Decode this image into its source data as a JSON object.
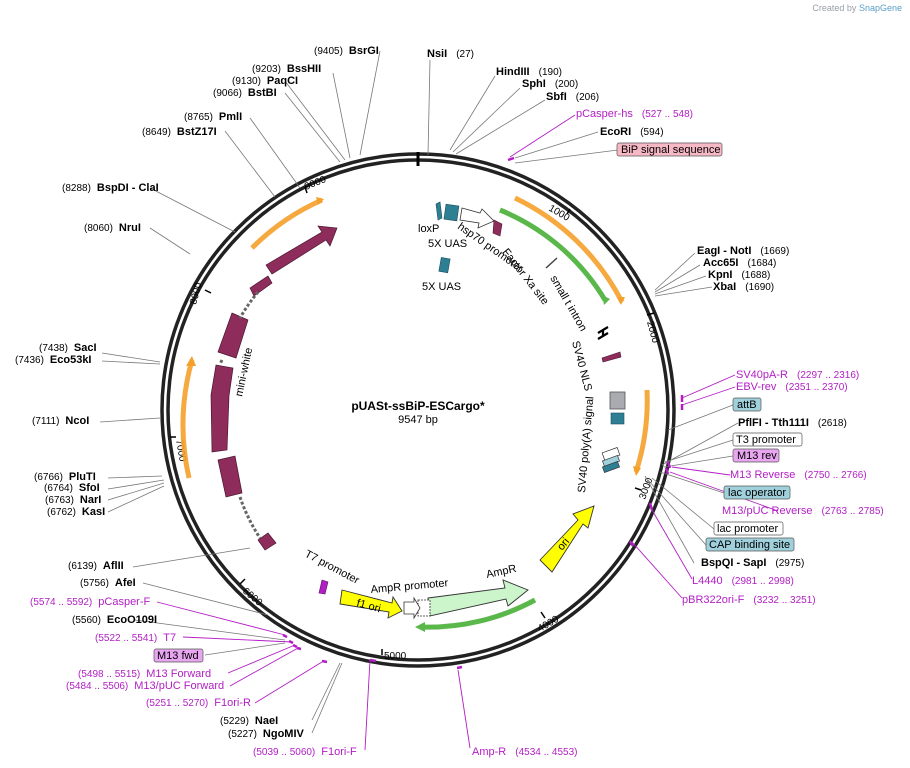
{
  "credit": {
    "prefix": "Created by",
    "brand": "SnapGene"
  },
  "plasmid": {
    "name": "pUASt-ssBiP-ESCargo*",
    "length_label": "9547 bp"
  },
  "tick_labels": [
    "1000",
    "2000",
    "3000",
    "4000",
    "5000",
    "6000",
    "7000",
    "8000",
    "9000"
  ],
  "site_labels": [
    {
      "pos": "(9405)",
      "name": "BsrGI"
    },
    {
      "name": "NsiI",
      "pos": "(27)"
    },
    {
      "name": "HindIII",
      "pos": "(190)"
    },
    {
      "name": "SphI",
      "pos": "(200)"
    },
    {
      "name": "SbfI",
      "pos": "(206)"
    },
    {
      "pos": "(9203)",
      "name": "BssHII"
    },
    {
      "pos": "(9130)",
      "name": "PaqCI"
    },
    {
      "pos": "(9066)",
      "name": "BstBI"
    },
    {
      "pos": "(8765)",
      "name": "PmlI"
    },
    {
      "pos": "(8649)",
      "name": "BstZ17I"
    },
    {
      "pos": "(8288)",
      "name": "BspDI - ClaI"
    },
    {
      "pos": "(8060)",
      "name": "NruI"
    },
    {
      "name": "EcoRI",
      "pos": "(594)"
    },
    {
      "name": "EagI - NotI",
      "pos": "(1669)"
    },
    {
      "name": "Acc65I",
      "pos": "(1684)"
    },
    {
      "name": "KpnI",
      "pos": "(1688)"
    },
    {
      "name": "XbaI",
      "pos": "(1690)"
    },
    {
      "pos": "(7438)",
      "name": "SacI"
    },
    {
      "pos": "(7436)",
      "name": "Eco53kI"
    },
    {
      "pos": "(7111)",
      "name": "NcoI"
    },
    {
      "name": "PflFI - Tth111I",
      "pos": "(2618)"
    },
    {
      "pos": "(6766)",
      "name": "PluTI"
    },
    {
      "pos": "(6764)",
      "name": "SfoI"
    },
    {
      "pos": "(6763)",
      "name": "NarI"
    },
    {
      "pos": "(6762)",
      "name": "KasI"
    },
    {
      "name": "BspQI - SapI",
      "pos": "(2975)"
    },
    {
      "pos": "(6139)",
      "name": "AflII"
    },
    {
      "pos": "(5756)",
      "name": "AfeI"
    },
    {
      "pos": "(5560)",
      "name": "EcoO109I"
    },
    {
      "pos": "(5229)",
      "name": "NaeI"
    },
    {
      "pos": "(5227)",
      "name": "NgoMIV"
    }
  ],
  "primer_labels": [
    {
      "name": "pCasper-hs",
      "range": "(527 .. 548)"
    },
    {
      "name": "SV40pA-R",
      "range": "(2297 .. 2316)"
    },
    {
      "name": "EBV-rev",
      "range": "(2351 .. 2370)"
    },
    {
      "name": "M13 Reverse",
      "range": "(2750 .. 2766)"
    },
    {
      "name": "M13/pUC Reverse",
      "range": "(2763 .. 2785)"
    },
    {
      "name": "L4440",
      "range": "(2981 .. 2998)"
    },
    {
      "name": "pBR322ori-F",
      "range": "(3232 .. 3251)"
    },
    {
      "name": "Amp-R",
      "range": "(4534 .. 4553)"
    },
    {
      "name": "F1ori-F",
      "range": "(5039 .. 5060)"
    },
    {
      "name": "F1ori-R",
      "range": "(5251 .. 5270)"
    },
    {
      "name": "M13/pUC Forward",
      "range": "(5484 .. 5506)"
    },
    {
      "name": "M13 Forward",
      "range": "(5498 .. 5515)"
    },
    {
      "name": "T7",
      "range": "(5522 .. 5541)"
    },
    {
      "name": "pCasper-F",
      "range": "(5574 .. 5592)"
    }
  ],
  "boxed_labels": [
    "BiP signal sequence",
    "attB",
    "T3 promoter",
    "M13 rev",
    "lac operator",
    "lac promoter",
    "CAP binding site",
    "M13 fwd"
  ],
  "feature_labels": [
    "loxP",
    "5X UAS",
    "hsp70 promoter",
    "Factor Xa site",
    "small t intron",
    "SV40 NLS",
    "SV40 poly(A) signal",
    "5X UAS",
    "mini-white",
    "T7 promoter",
    "AmpR promoter",
    "AmpR",
    "f1 ori",
    "ori"
  ],
  "colors": {
    "gene": "#8e2d5b",
    "promoter": "#ffffff",
    "origin": "#ffff00",
    "ampr": "#ccf5cc",
    "uas": "#2e7f94",
    "primer": "#b21ec4",
    "orange_arc": "#f4a02a",
    "green_arc": "#5ab84a",
    "box_pink": "#f7b8c6",
    "box_blue": "#9fd0dc",
    "box_purple": "#e9a6f0"
  }
}
